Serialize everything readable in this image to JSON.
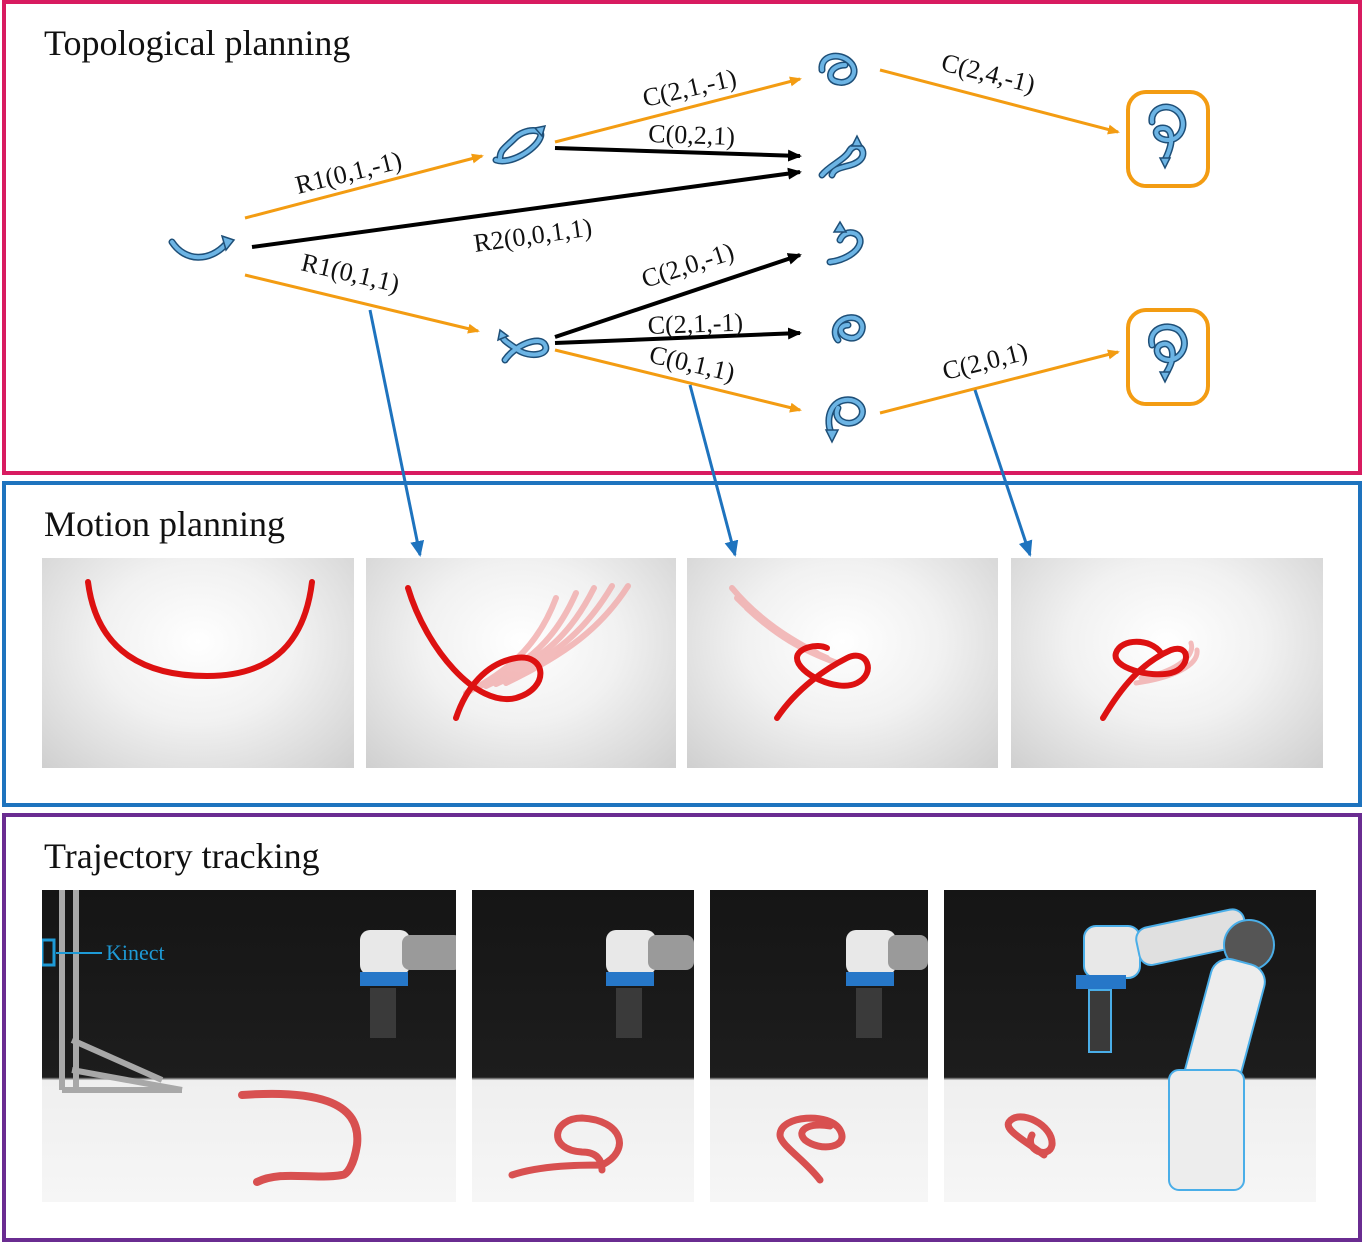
{
  "panels": {
    "topological": "Topological planning",
    "motion": "Motion planning",
    "tracking": "Trajectory tracking"
  },
  "edges": {
    "r1_a": "R1(0,1,-1)",
    "r2": "R2(0,0,1,1)",
    "r1_b": "R1(0,1,1)",
    "c_211a": "C(2,1,-1)",
    "c_021": "C(0,2,1)",
    "c_241": "C(2,4,-1)",
    "c_201n": "C(2,0,-1)",
    "c_211b": "C(2,1,-1)",
    "c_011": "C(0,1,1)",
    "c_201": "C(2,0,1)"
  },
  "kinect_label": "Kinect",
  "colors": {
    "topo_border": "#d81b60",
    "motion_border": "#1e73be",
    "tracking_border": "#6a2c91",
    "orange_edge": "#f39c12",
    "black_edge": "#000000",
    "blue_arrow": "#1e73be",
    "node_fill": "#6cb4e4",
    "rope_red": "#dd1111",
    "goal_box": "#f39c12"
  }
}
